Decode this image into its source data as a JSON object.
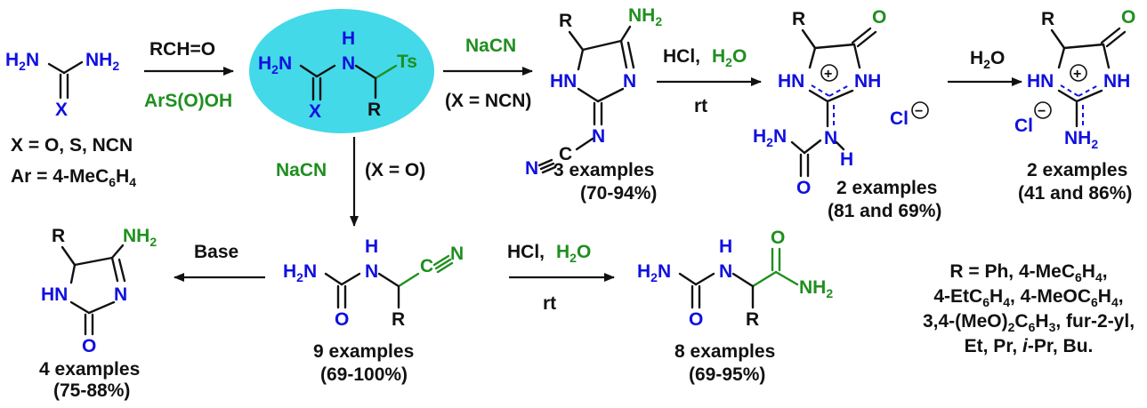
{
  "colors": {
    "highlight": "#43d9e8",
    "reagent_green": "#1f8f1f",
    "heteroatom_blue": "#1010e0",
    "text_black": "#111111"
  },
  "start": {
    "nh2_left": "H2N",
    "nh2_right": "NH2",
    "x_atom": "X",
    "x_def": "X = O, S, NCN",
    "ar_def_pre": "Ar = 4-MeC",
    "ar_def_sub1": "6",
    "ar_def_mid": "H",
    "ar_def_sub2": "4"
  },
  "step1": {
    "reagent_top": "RCH=O",
    "reagent_bottom": "ArS(O)OH"
  },
  "intermediate": {
    "h2n": "H2N",
    "nh_h": "H",
    "nh_n": "N",
    "ts": "Ts",
    "x": "X",
    "r": "R"
  },
  "step_nacn_right": {
    "reagent": "NaCN",
    "condition": "(X = NCN)"
  },
  "compound3": {
    "r": "R",
    "nh2": "NH2",
    "hn": "HN",
    "n": "N",
    "n_exo": "N",
    "c": "C",
    "n_term": "N",
    "examples": "3 examples",
    "yield": "(70-94%)"
  },
  "step_hcl1": {
    "reagent_a": "HCl,",
    "reagent_b": "H2O",
    "condition": "rt"
  },
  "compound_salt1": {
    "r": "R",
    "o": "O",
    "hn": "HN",
    "nh": "NH",
    "plus": "+",
    "h2n": "H2N",
    "n": "N",
    "h": "H",
    "o_urea": "O",
    "cl": "Cl",
    "minus": "−",
    "examples": "2 examples",
    "yield": "(81 and 69%)"
  },
  "step_h2o": {
    "reagent": "H2O"
  },
  "compound_salt2": {
    "r": "R",
    "o": "O",
    "hn": "HN",
    "nh": "NH",
    "plus": "+",
    "nh2": "NH2",
    "cl": "Cl",
    "minus": "−",
    "examples": "2 examples",
    "yield": "(41 and 86%)"
  },
  "step_nacn_down": {
    "reagent": "NaCN",
    "condition": "(X = O)"
  },
  "compound9": {
    "h2n": "H2N",
    "h": "H",
    "n": "N",
    "c": "C",
    "n_nitrile": "N",
    "o": "O",
    "r": "R",
    "examples": "9 examples",
    "yield": "(69-100%)"
  },
  "step_base": {
    "reagent": "Base"
  },
  "compound4": {
    "r": "R",
    "nh2": "NH2",
    "hn": "HN",
    "n": "N",
    "o": "O",
    "examples": "4 examples",
    "yield": "(75-88%)"
  },
  "step_hcl2": {
    "reagent_a": "HCl,",
    "reagent_b": "H2O",
    "condition": "rt"
  },
  "compound8": {
    "h2n": "H2N",
    "h": "H",
    "n": "N",
    "o_top": "O",
    "nh2": "NH2",
    "o": "O",
    "r": "R",
    "examples": "8 examples",
    "yield": "(69-95%)"
  },
  "r_definition": {
    "line1": "R = Ph, 4-MeC6H4,",
    "line2": "4-EtC6H4, 4-MeOC6H4,",
    "line3": "3,4-(MeO)2C6H3, fur-2-yl,",
    "line4": "Et, Pr, i-Pr, Bu."
  }
}
